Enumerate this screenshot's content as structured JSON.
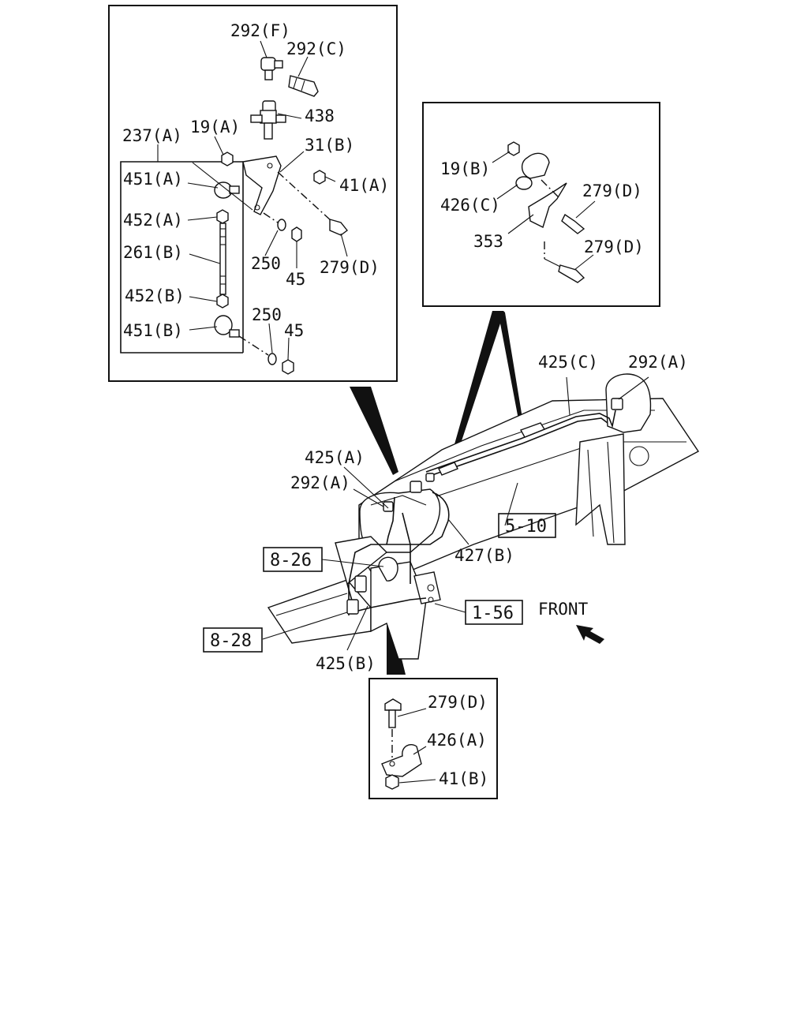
{
  "callouts_top_left": [
    "292(F)",
    "292(C)",
    "438",
    "19(A)",
    "237(A)",
    "31(B)",
    "41(A)",
    "451(A)",
    "452(A)",
    "261(B)",
    "250",
    "45",
    "279(D)",
    "452(B)",
    "451(B)",
    "250",
    "45"
  ],
  "callouts_top_right": [
    "19(B)",
    "426(C)",
    "279(D)",
    "353",
    "279(D)"
  ],
  "callouts_main": [
    "425(C)",
    "292(A)",
    "425(A)",
    "292(A)",
    "427(B)",
    "425(B)"
  ],
  "reference_boxes": [
    "5-10",
    "8-26",
    "1-56",
    "8-28"
  ],
  "front_label": "FRONT",
  "callouts_bottom": [
    "279(D)",
    "426(A)",
    "41(B)"
  ]
}
